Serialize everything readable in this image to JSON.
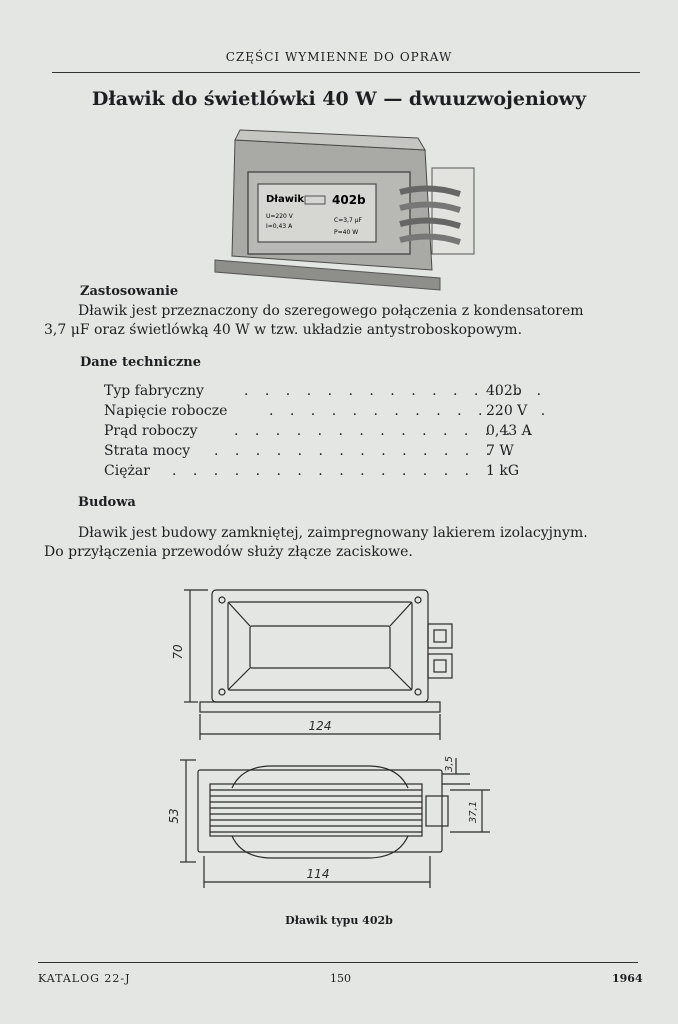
{
  "header": {
    "title": "CZĘŚCI WYMIENNE DO OPRAW"
  },
  "main": {
    "title": "Dławik do świetlówki 40 W — dwuuzwojeniowy"
  },
  "photo": {
    "plate_name": "Dławik",
    "plate_code": "402b",
    "plate_lines_left": [
      "U=220 V",
      "I=0,43 A"
    ],
    "plate_lines_right": [
      "C=3,7 μF",
      "P=40 W"
    ]
  },
  "zastosowanie": {
    "title": "Zastosowanie",
    "line1": "Dławik jest przeznaczony do szeregowego połączenia z kondensatorem",
    "line2": "3,7 μF oraz świetlówką 40 W w tzw. układzie antystroboskopowym."
  },
  "dane": {
    "title": "Dane techniczne",
    "rows": [
      {
        "label": "Typ fabryczny",
        "value": "402b"
      },
      {
        "label": "Napięcie robocze",
        "value": "220 V"
      },
      {
        "label": "Prąd roboczy",
        "value": "0,43 A"
      },
      {
        "label": "Strata mocy",
        "value": "7 W"
      },
      {
        "label": "Ciężar",
        "value": "1 kG"
      }
    ]
  },
  "budowa": {
    "title": "Budowa",
    "line1": "Dławik jest budowy zamkniętej, zaimpregnowany lakierem izolacyjnym.",
    "line2": "Do przyłączenia przewodów służy złącze zaciskowe."
  },
  "drawing": {
    "dim_height_top": "70",
    "dim_width_top": "124",
    "dim_height_bottom": "53",
    "dim_width_bottom": "114",
    "dim_small": "3,5",
    "dim_inner": "37,1"
  },
  "caption": "Dławik typu 402b",
  "footer": {
    "left": "KATALOG 22-J",
    "center": "150",
    "right": "1964"
  }
}
